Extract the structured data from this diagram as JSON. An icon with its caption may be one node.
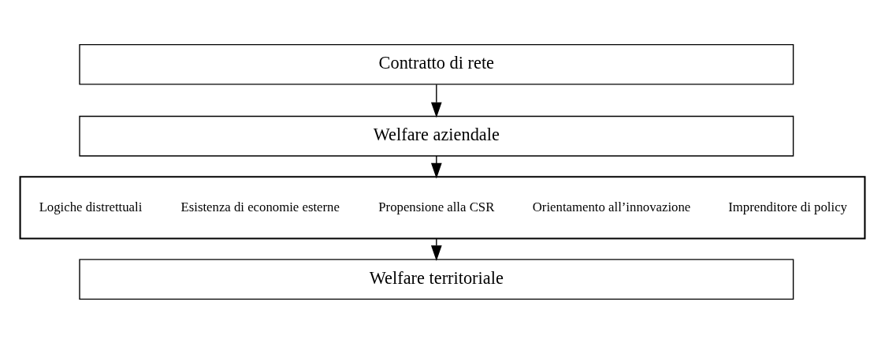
{
  "diagram": {
    "nodes": [
      {
        "text": [
          "Contratto di rete"
        ]
      },
      {
        "text": [
          "Welfare aziendale"
        ]
      },
      {
        "text": [],
        "shape": "bar"
      },
      {
        "text": [
          "Logiche distrettuali"
        ],
        "in": 2
      },
      {
        "text": [
          "Esistenza di economie esterne"
        ],
        "in": 2
      },
      {
        "text": [
          "Propensione alla CSR"
        ],
        "in": 2
      },
      {
        "text": [
          "Orientamento all’innovazione"
        ],
        "in": 2
      },
      {
        "text": [
          "Imprenditore di policy"
        ],
        "in": 2
      },
      {
        "text": [
          "Welfare territoriale"
        ]
      }
    ],
    "edges": [
      {
        "from": 0,
        "to": 1,
        "arrow": "to"
      },
      {
        "from": 1,
        "to": 2,
        "arrow": "to"
      },
      {
        "from": 2,
        "to": 8,
        "arrow": "to"
      }
    ]
  }
}
